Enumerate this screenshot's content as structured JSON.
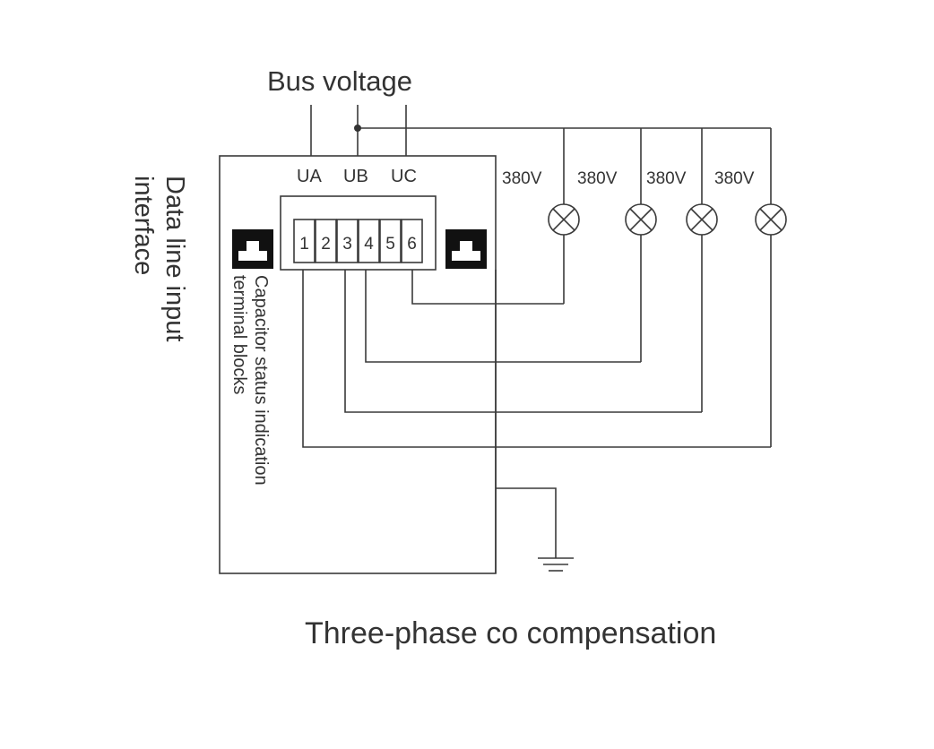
{
  "diagram": {
    "bus_voltage_label": "Bus voltage",
    "phase_labels": [
      "UA",
      "UB",
      "UC"
    ],
    "terminals": [
      "1",
      "2",
      "3",
      "4",
      "5",
      "6"
    ],
    "lamp_voltages": [
      "380V",
      "380V",
      "380V",
      "380V"
    ],
    "side_label_line1": "Data line input",
    "side_label_line2": "interface",
    "inner_label_line1": "Capacitor status indication",
    "inner_label_line2": "terminal blocks",
    "caption": "Three-phase co compensation"
  }
}
